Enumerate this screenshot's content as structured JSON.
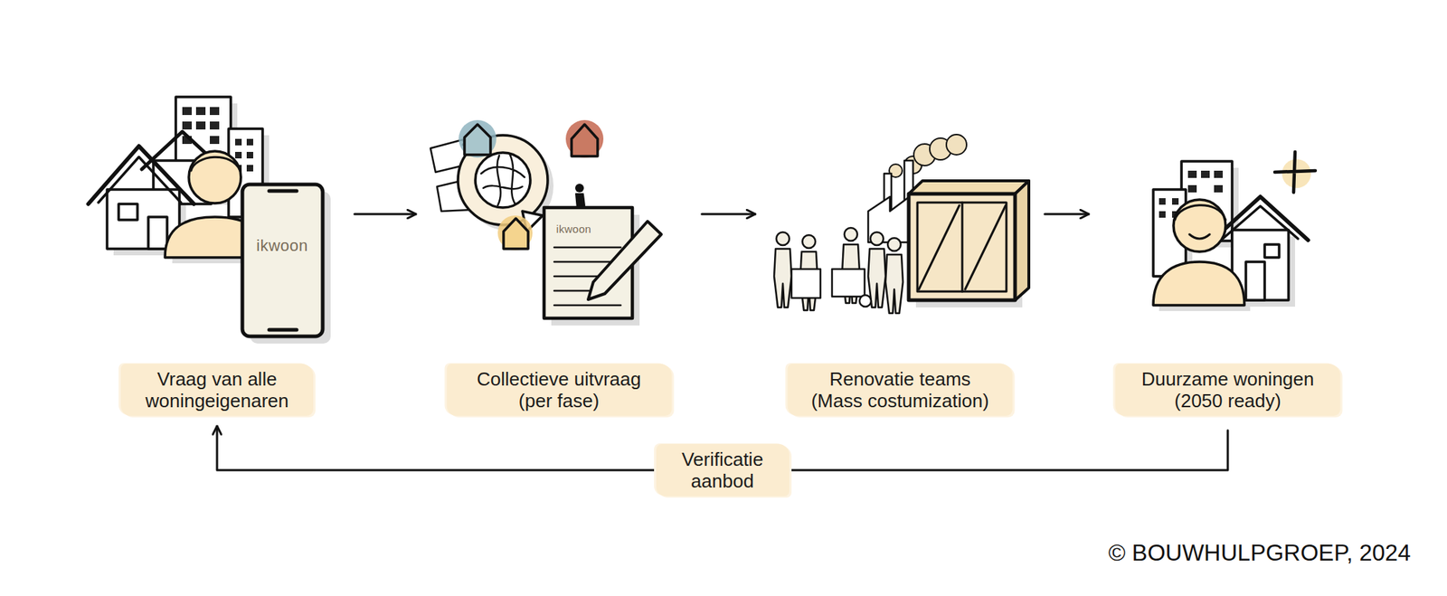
{
  "diagram": {
    "nodes": [
      {
        "text": [
          "Vraag van alle woningeigenaren"
        ]
      },
      {
        "text": [
          "Collectieve uitvraag (per fase)"
        ]
      },
      {
        "text": [
          "Renovatie teams (Mass costumization)"
        ]
      },
      {
        "text": [
          "Duurzame woningen (2050 ready)"
        ]
      }
    ],
    "edges": [
      {
        "from": 0,
        "to": 1,
        "arrow": "to"
      },
      {
        "from": 1,
        "to": 2,
        "arrow": "to"
      },
      {
        "from": 2,
        "to": 3,
        "arrow": "to"
      },
      {
        "from": 3,
        "to": 0,
        "label": "Verificatie aanbod",
        "arrow": "to"
      }
    ],
    "labels": [
      "ikwoon",
      "ikwoon",
      "© BOUWHULPGROEP, 2024"
    ]
  }
}
